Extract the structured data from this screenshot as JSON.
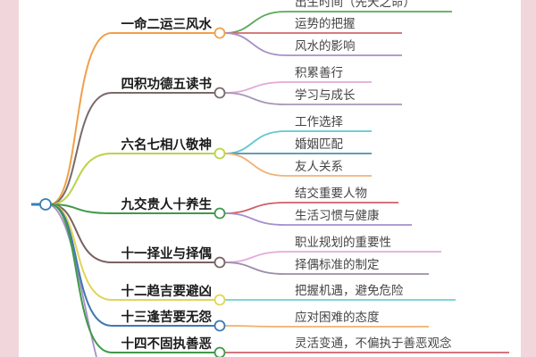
{
  "colors": {
    "border": "#f1d6db",
    "root": "#3a7fb5"
  },
  "branches": [
    {
      "label": "一命二运三风水",
      "color": "#f0a04b",
      "children": [
        {
          "label": "出生时间（先天之命）",
          "color": "#5aa95a"
        },
        {
          "label": "运势的把握",
          "color": "#d06a6a"
        },
        {
          "label": "风水的影响",
          "color": "#a98fc7"
        }
      ]
    },
    {
      "label": "四积功德五读书",
      "color": "#7a6a6a",
      "children": [
        {
          "label": "积累善行",
          "color": "#e3a9d6"
        },
        {
          "label": "学习与成长",
          "color": "#a597b5"
        }
      ]
    },
    {
      "label": "六名七相八敬神",
      "color": "#b9d44a",
      "children": [
        {
          "label": "工作选择",
          "color": "#5fc9cf"
        },
        {
          "label": "婚姻匹配",
          "color": "#4f8fa8"
        },
        {
          "label": "友人关系",
          "color": "#f0b27a"
        }
      ]
    },
    {
      "label": "九交贵人十养生",
      "color": "#3f9a4a",
      "children": [
        {
          "label": "结交重要人物",
          "color": "#cf5f6a"
        },
        {
          "label": "生活习惯与健康",
          "color": "#a58fd0"
        }
      ]
    },
    {
      "label": "十一择业与择偶",
      "color": "#7a6262",
      "children": [
        {
          "label": "职业规划的重要性",
          "color": "#e6a9dc"
        },
        {
          "label": "择偶标准的制定",
          "color": "#9a8ea6"
        }
      ]
    },
    {
      "label": "十二趋吉要避凶",
      "color": "#e3d45a",
      "children": [
        {
          "label": "把握机遇，避免危险",
          "color": "#6fd0d8"
        }
      ]
    },
    {
      "label": "十三逢苦要无怨",
      "color": "#3f78b0",
      "children": [
        {
          "label": "应对困难的态度",
          "color": "#f0b070"
        }
      ]
    },
    {
      "label": "十四不固执善恶",
      "color": "#3f9a4a",
      "children": [
        {
          "label": "灵活变通，不偏执于善恶观念",
          "color": "#d0606a"
        }
      ]
    }
  ],
  "offscreen_branch_color": "#a98fc7"
}
